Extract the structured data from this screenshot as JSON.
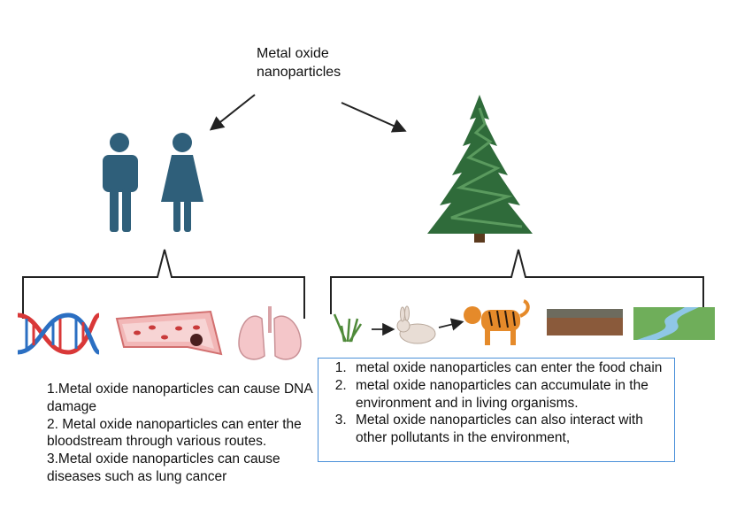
{
  "title": "Metal oxide\nnanoparticles",
  "colors": {
    "human": "#2f5f7a",
    "tree_dark": "#2f6b3a",
    "tree_light": "#5a9a5e",
    "box_border": "#4a90d9"
  },
  "icons": {
    "people": [
      "man-icon",
      "woman-icon"
    ],
    "health": [
      "dna-icon",
      "blood-vessel-icon",
      "lungs-icon"
    ],
    "environment": [
      "tree-icon",
      "grass-icon",
      "rabbit-icon",
      "tiger-icon",
      "soil-icon",
      "river-icon"
    ]
  },
  "human_effects": [
    "1.Metal oxide nanoparticles can cause DNA damage",
    "2. Metal oxide nanoparticles can enter the bloodstream through various routes.",
    "3.Metal oxide nanoparticles can cause diseases such as lung cancer"
  ],
  "environment_effects": [
    "metal oxide nanoparticles can enter the food chain",
    "metal oxide nanoparticles can accumulate in the environment and in living organisms.",
    "Metal oxide nanoparticles can also interact with other pollutants in the environment,"
  ]
}
